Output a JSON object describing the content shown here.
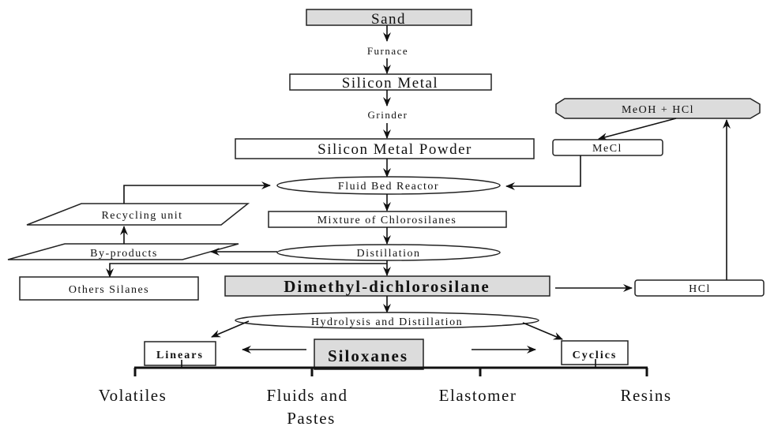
{
  "title": "Silicone production flow diagram",
  "colors": {
    "highlight_fill": "#dcdcdc",
    "stroke": "#222222",
    "background": "#ffffff"
  },
  "nodes": {
    "sand": "Sand",
    "furnace": "Furnace",
    "silicon_metal": "Silicon Metal",
    "grinder": "Grinder",
    "silicon_metal_powder": "Silicon Metal Powder",
    "fluid_bed_reactor": "Fluid Bed Reactor",
    "mixture_chlorosilanes": "Mixture of Chlorosilanes",
    "distillation": "Distillation",
    "dimethyl_dichlorosilane": "Dimethyl-dichlorosilane",
    "hydrolysis_distillation": "Hydrolysis and Distillation",
    "siloxanes": "Siloxanes",
    "linears": "Linears",
    "cyclics": "Cyclics",
    "meoh_hcl": "MeOH + HCl",
    "mecl": "MeCl",
    "hcl": "HCl",
    "recycling_unit": "Recycling unit",
    "by_products": "By-products",
    "others_silanes": "Others Silanes"
  },
  "products": [
    {
      "line1": "Volatiles",
      "line2": ""
    },
    {
      "line1": "Fluids and",
      "line2": "Pastes"
    },
    {
      "line1": "Elastomer",
      "line2": ""
    },
    {
      "line1": "Resins",
      "line2": ""
    }
  ]
}
